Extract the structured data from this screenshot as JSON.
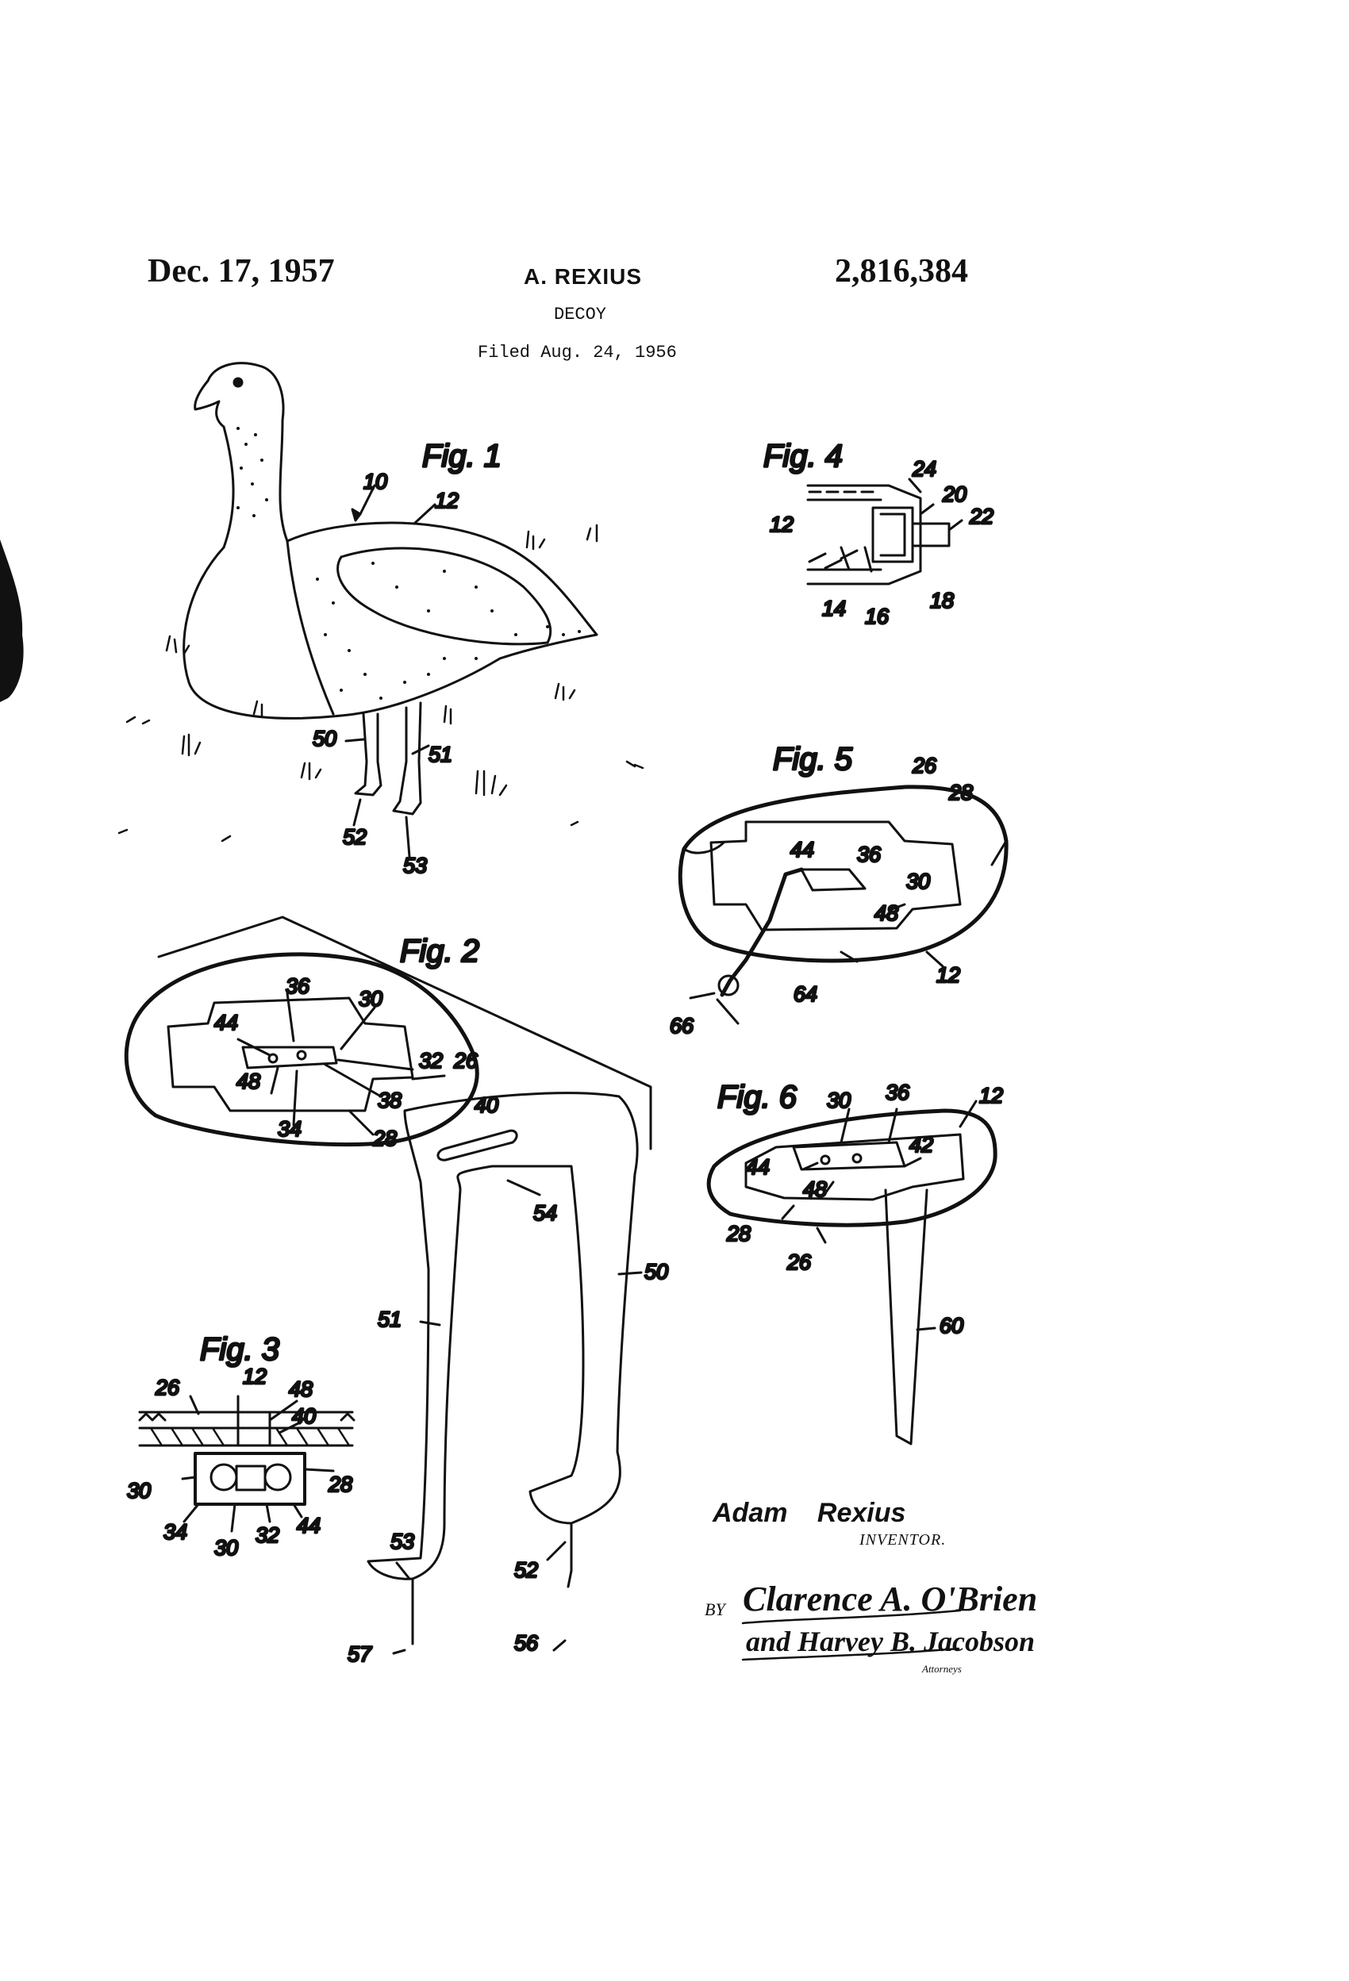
{
  "header": {
    "date": "Dec. 17, 1957",
    "inventor_name": "A. REXIUS",
    "patent_number": "2,816,384",
    "title": "DECOY",
    "filed": "Filed Aug. 24, 1956"
  },
  "figures": {
    "fig1": {
      "label": "Fig. 1",
      "refs": [
        "10",
        "12",
        "50",
        "51",
        "52",
        "53"
      ]
    },
    "fig2": {
      "label": "Fig. 2",
      "refs": [
        "36",
        "30",
        "44",
        "32",
        "26",
        "48",
        "38",
        "34",
        "28",
        "40",
        "54",
        "50",
        "51",
        "53",
        "52",
        "57",
        "56"
      ]
    },
    "fig3": {
      "label": "Fig. 3",
      "refs": [
        "26",
        "12",
        "48",
        "40",
        "30",
        "28",
        "34",
        "30",
        "32",
        "44"
      ]
    },
    "fig4": {
      "label": "Fig. 4",
      "refs": [
        "24",
        "20",
        "22",
        "12",
        "14",
        "16",
        "18"
      ]
    },
    "fig5": {
      "label": "Fig. 5",
      "refs": [
        "26",
        "28",
        "44",
        "36",
        "30",
        "48",
        "64",
        "66",
        "12"
      ]
    },
    "fig6": {
      "label": "Fig. 6",
      "refs": [
        "30",
        "36",
        "12",
        "42",
        "44",
        "48",
        "28",
        "26",
        "60"
      ]
    }
  },
  "signature": {
    "inventor": "Adam Rexius",
    "inventor_label": "INVENTOR.",
    "by": "BY",
    "attorney_line1": "Clarence A. O'Brien",
    "attorney_line2": "and Harvey B. Jacobson",
    "attorneys_label": "Attorneys"
  }
}
